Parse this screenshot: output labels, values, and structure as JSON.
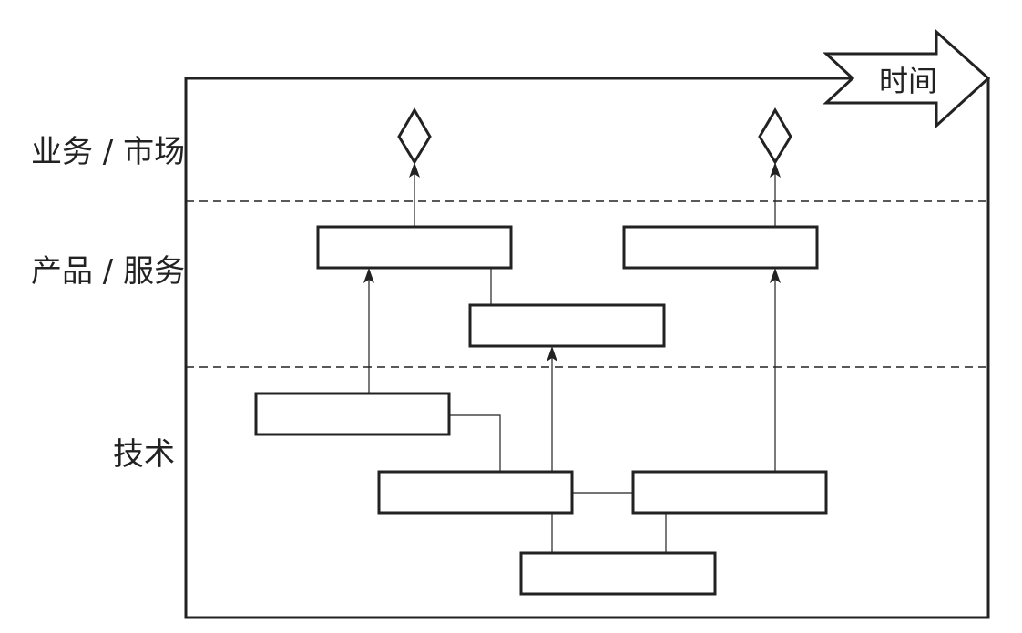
{
  "rows": {
    "business_market": "业务 / 市场",
    "product_service": "产品 / 服务",
    "technology": "技术"
  },
  "time_arrow": {
    "label": "时间"
  },
  "colors": {
    "stroke": "#222222",
    "background": "#ffffff"
  }
}
